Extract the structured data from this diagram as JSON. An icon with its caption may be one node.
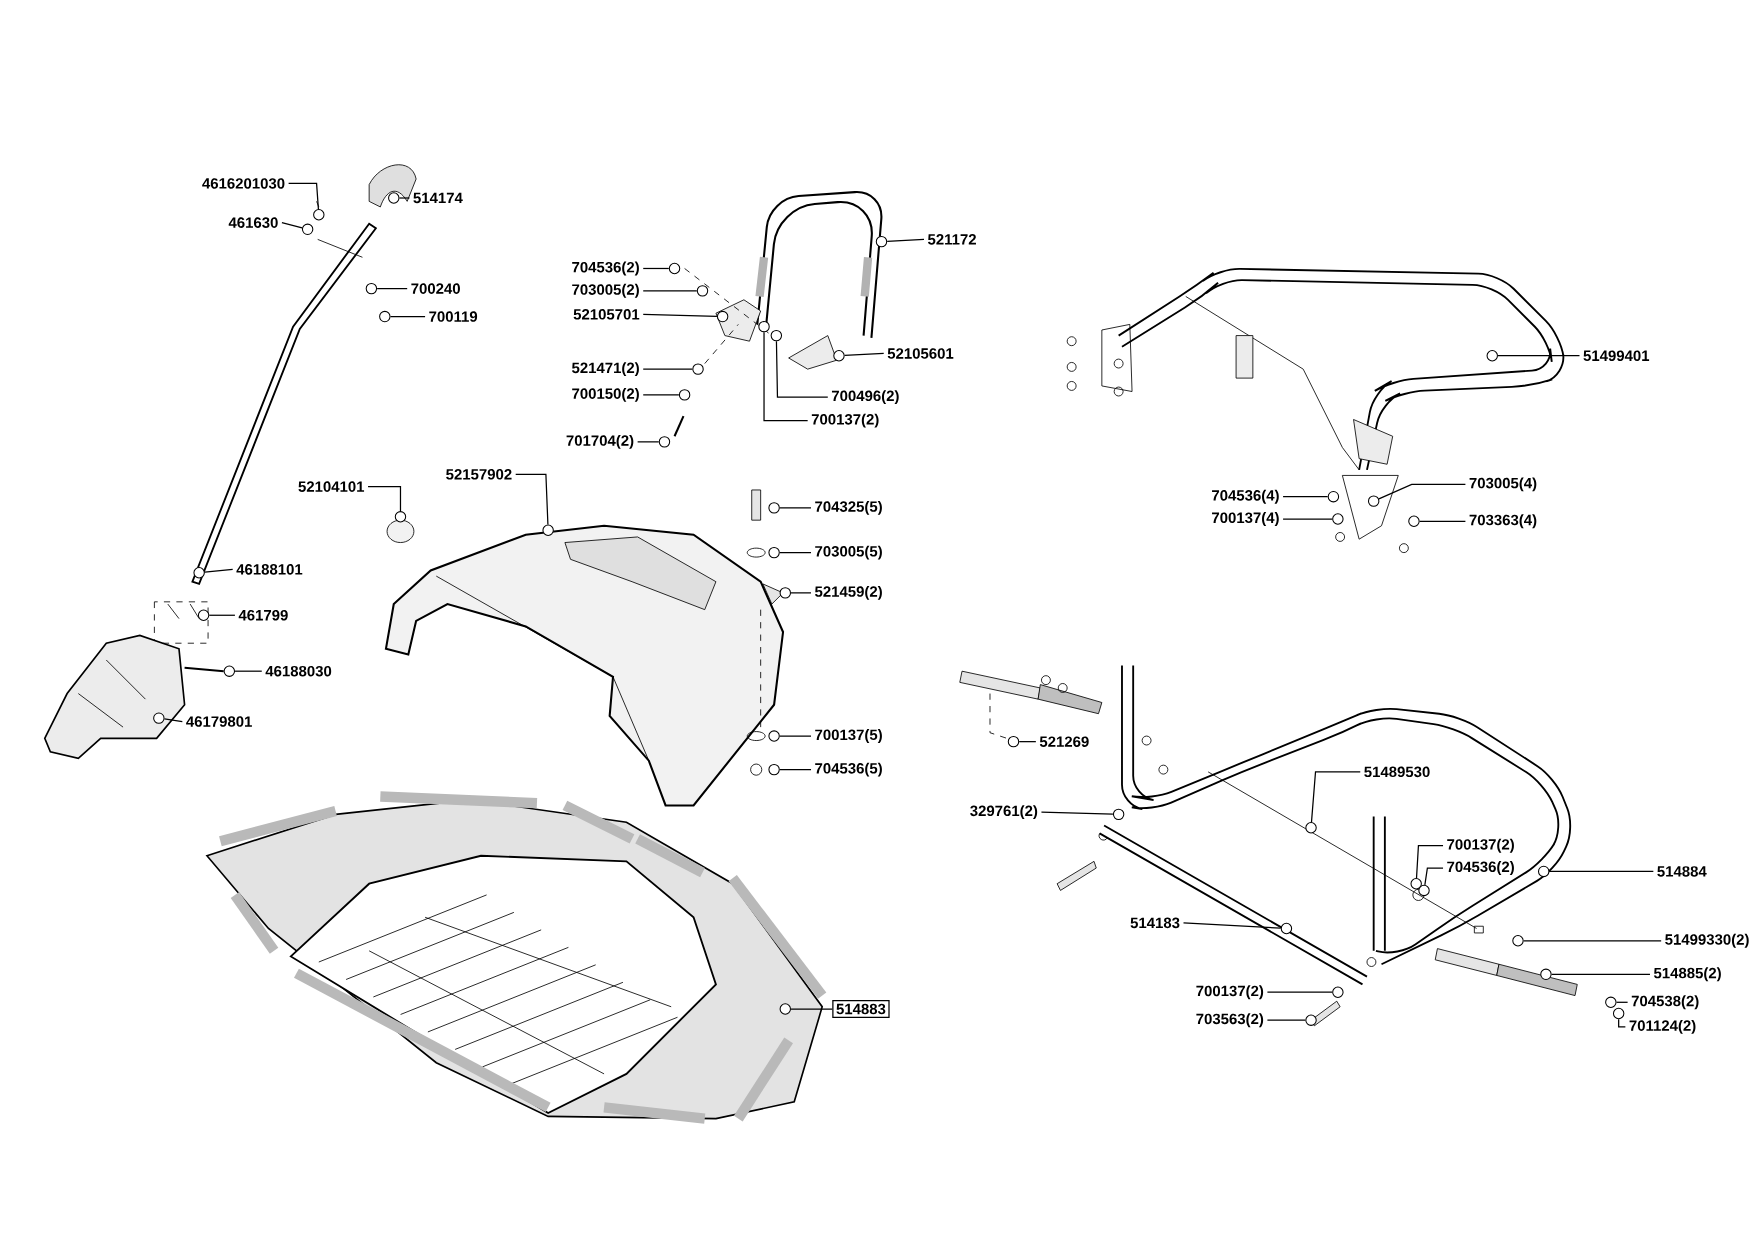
{
  "diagram": {
    "nodes": [
      {
        "text": [
          "4616201030"
        ]
      },
      {
        "text": [
          "461630"
        ]
      },
      {
        "text": [
          "514174"
        ]
      },
      {
        "text": [
          "700240"
        ]
      },
      {
        "text": [
          "700119"
        ]
      },
      {
        "text": [
          "46188101"
        ]
      },
      {
        "text": [
          "461799"
        ]
      },
      {
        "text": [
          "46188030"
        ]
      },
      {
        "text": [
          "46179801"
        ]
      },
      {
        "text": [
          "704536(2)"
        ]
      },
      {
        "text": [
          "703005(2)"
        ]
      },
      {
        "text": [
          "52105701"
        ]
      },
      {
        "text": [
          "521471(2)"
        ]
      },
      {
        "text": [
          "700150(2)"
        ]
      },
      {
        "text": [
          "701704(2)"
        ]
      },
      {
        "text": [
          "521172"
        ]
      },
      {
        "text": [
          "52105601"
        ]
      },
      {
        "text": [
          "700496(2)"
        ]
      },
      {
        "text": [
          "700137(2)"
        ]
      },
      {
        "text": [
          "52104101"
        ]
      },
      {
        "text": [
          "52157902"
        ]
      },
      {
        "text": [
          "704325(5)"
        ]
      },
      {
        "text": [
          "703005(5)"
        ]
      },
      {
        "text": [
          "521459(2)"
        ]
      },
      {
        "text": [
          "700137(5)"
        ]
      },
      {
        "text": [
          "704536(5)"
        ]
      },
      {
        "text": [
          "514883"
        ]
      },
      {
        "text": [
          "51499401"
        ]
      },
      {
        "text": [
          "704536(4)"
        ]
      },
      {
        "text": [
          "700137(4)"
        ]
      },
      {
        "text": [
          "703005(4)"
        ]
      },
      {
        "text": [
          "703363(4)"
        ]
      },
      {
        "text": [
          "521269"
        ]
      },
      {
        "text": [
          "51489530"
        ]
      },
      {
        "text": [
          "329761(2)"
        ]
      },
      {
        "text": [
          "514884"
        ]
      },
      {
        "text": [
          "700137(2)"
        ]
      },
      {
        "text": [
          "704536(2)"
        ]
      },
      {
        "text": [
          "514183"
        ]
      },
      {
        "text": [
          "51499330(2)"
        ]
      },
      {
        "text": [
          "514885(2)"
        ]
      },
      {
        "text": [
          "704538(2)"
        ]
      },
      {
        "text": [
          "701124(2)"
        ]
      },
      {
        "text": [
          "700137(2)"
        ]
      },
      {
        "text": [
          "703563(2)"
        ]
      },
      {
        "text": [],
        "shape": "circle"
      },
      {
        "text": [],
        "shape": "circle"
      },
      {
        "text": [],
        "shape": "circle"
      },
      {
        "text": [],
        "shape": "circle"
      },
      {
        "text": [],
        "shape": "circle"
      },
      {
        "text": [],
        "shape": "circle"
      },
      {
        "text": [],
        "shape": "circle"
      },
      {
        "text": [],
        "shape": "circle"
      },
      {
        "text": [],
        "shape": "circle"
      },
      {
        "text": [],
        "shape": "circle"
      },
      {
        "text": [],
        "shape": "circle"
      },
      {
        "text": [],
        "shape": "circle"
      },
      {
        "text": [],
        "shape": "circle"
      },
      {
        "text": [],
        "shape": "circle"
      },
      {
        "text": [],
        "shape": "circle"
      },
      {
        "text": [],
        "shape": "circle"
      },
      {
        "text": [],
        "shape": "circle"
      },
      {
        "text": [],
        "shape": "circle"
      },
      {
        "text": [],
        "shape": "circle"
      },
      {
        "text": [],
        "shape": "circle"
      },
      {
        "text": [],
        "shape": "circle"
      },
      {
        "text": [],
        "shape": "circle"
      },
      {
        "text": [],
        "shape": "circle"
      },
      {
        "text": [],
        "shape": "circle"
      },
      {
        "text": [],
        "shape": "circle"
      },
      {
        "text": [],
        "shape": "circle"
      },
      {
        "text": [],
        "shape": "circle"
      },
      {
        "text": [],
        "shape": "circle"
      },
      {
        "text": [],
        "shape": "circle"
      },
      {
        "text": [],
        "shape": "circle"
      },
      {
        "text": [],
        "shape": "circle"
      },
      {
        "text": [],
        "shape": "circle"
      },
      {
        "text": [],
        "shape": "circle"
      },
      {
        "text": [],
        "shape": "circle"
      },
      {
        "text": [],
        "shape": "circle"
      },
      {
        "text": [],
        "shape": "circle"
      },
      {
        "text": [],
        "shape": "circle"
      },
      {
        "text": [],
        "shape": "circle"
      },
      {
        "text": [],
        "shape": "circle"
      },
      {
        "text": [],
        "shape": "circle"
      },
      {
        "text": [],
        "shape": "circle"
      },
      {
        "text": [],
        "shape": "circle"
      },
      {
        "text": [],
        "shape": "circle"
      },
      {
        "text": [],
        "shape": "circle"
      },
      {
        "text": [],
        "shape": "circle"
      }
    ],
    "edges": [
      {
        "from": 0,
        "to": 45,
        "arrow": "none"
      },
      {
        "from": 1,
        "to": 46,
        "arrow": "none"
      },
      {
        "from": 2,
        "to": 47,
        "arrow": "none"
      },
      {
        "from": 3,
        "to": 48,
        "arrow": "none"
      },
      {
        "from": 4,
        "to": 49,
        "arrow": "none"
      },
      {
        "from": 5,
        "to": 50,
        "arrow": "none"
      },
      {
        "from": 6,
        "to": 51,
        "arrow": "none"
      },
      {
        "from": 7,
        "to": 52,
        "arrow": "none"
      },
      {
        "from": 8,
        "to": 53,
        "arrow": "none"
      },
      {
        "from": 9,
        "to": 54,
        "arrow": "none"
      },
      {
        "from": 10,
        "to": 55,
        "arrow": "none"
      },
      {
        "from": 11,
        "to": 56,
        "arrow": "none"
      },
      {
        "from": 12,
        "to": 57,
        "arrow": "none"
      },
      {
        "from": 13,
        "to": 58,
        "arrow": "none"
      },
      {
        "from": 14,
        "to": 59,
        "arrow": "none"
      },
      {
        "from": 15,
        "to": 60,
        "arrow": "none"
      },
      {
        "from": 16,
        "to": 61,
        "arrow": "none"
      },
      {
        "from": 17,
        "to": 62,
        "arrow": "none"
      },
      {
        "from": 18,
        "to": 63,
        "arrow": "none"
      },
      {
        "from": 19,
        "to": 64,
        "arrow": "none"
      },
      {
        "from": 20,
        "to": 65,
        "arrow": "none"
      },
      {
        "from": 21,
        "to": 66,
        "arrow": "none"
      },
      {
        "from": 22,
        "to": 67,
        "arrow": "none"
      },
      {
        "from": 23,
        "to": 68,
        "arrow": "none"
      },
      {
        "from": 24,
        "to": 69,
        "arrow": "none"
      },
      {
        "from": 25,
        "to": 70,
        "arrow": "none"
      },
      {
        "from": 26,
        "to": 71,
        "arrow": "none"
      },
      {
        "from": 27,
        "to": 72,
        "arrow": "none"
      },
      {
        "from": 28,
        "to": 73,
        "arrow": "none"
      },
      {
        "from": 29,
        "to": 74,
        "arrow": "none"
      },
      {
        "from": 30,
        "to": 75,
        "arrow": "none"
      },
      {
        "from": 31,
        "to": 76,
        "arrow": "none"
      },
      {
        "from": 32,
        "to": 77,
        "arrow": "none"
      },
      {
        "from": 33,
        "to": 78,
        "arrow": "none"
      },
      {
        "from": 34,
        "to": 79,
        "arrow": "none"
      },
      {
        "from": 35,
        "to": 80,
        "arrow": "none"
      },
      {
        "from": 36,
        "to": 81,
        "arrow": "none"
      },
      {
        "from": 37,
        "to": 82,
        "arrow": "none"
      },
      {
        "from": 38,
        "to": 83,
        "arrow": "none"
      },
      {
        "from": 39,
        "to": 84,
        "arrow": "none"
      },
      {
        "from": 40,
        "to": 85,
        "arrow": "none"
      },
      {
        "from": 41,
        "to": 86,
        "arrow": "none"
      },
      {
        "from": 42,
        "to": 87,
        "arrow": "none"
      },
      {
        "from": 43,
        "to": 88,
        "arrow": "none"
      },
      {
        "from": 44,
        "to": 89,
        "arrow": "none"
      }
    ]
  }
}
